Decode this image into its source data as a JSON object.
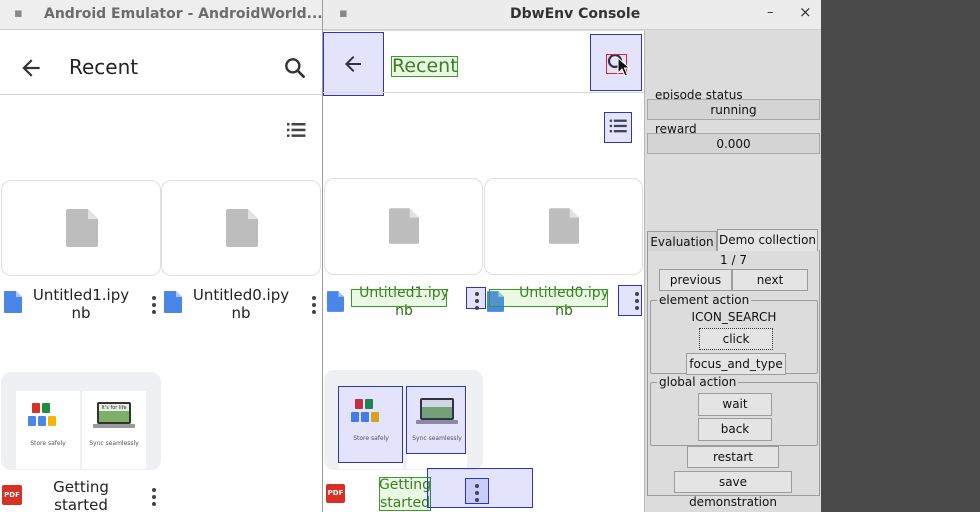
{
  "emulator": {
    "title": "Android Emulator - AndroidWorld...",
    "dots": "▪",
    "appbar": {
      "title": "Recent"
    },
    "files": [
      {
        "name": "Untitled1.ipy nb"
      },
      {
        "name": "Untitled0.ipy nb"
      },
      {
        "name": "Getting started"
      }
    ],
    "thumb": {
      "left_caption": "Store safely",
      "right_caption": "Sync seamlessly",
      "screen_text": "It's for life"
    },
    "pdf_label": "PDF"
  },
  "console": {
    "title": "DbwEnv Console",
    "dots": "▪",
    "minimize": "–",
    "close": "×",
    "mirror": {
      "title": "Recent",
      "files": [
        {
          "name": "Untitled1.ipy nb"
        },
        {
          "name": "Untitled0.ipy nb"
        },
        {
          "name": "Getting started"
        }
      ]
    },
    "episode_status": {
      "label": "episode status",
      "value": "running"
    },
    "reward": {
      "label": "reward",
      "value": "0.000"
    },
    "tabs": {
      "evaluation": "Evaluation",
      "demo": "Demo collection"
    },
    "pager": {
      "text": "1 / 7",
      "previous": "previous",
      "next": "next"
    },
    "element_action": {
      "label": "element action",
      "target": "ICON_SEARCH",
      "click": "click",
      "focus_and_type": "focus_and_type"
    },
    "global_action": {
      "label": "global action",
      "wait": "wait",
      "back": "back"
    },
    "restart": "restart episode",
    "save": "save demonstration"
  },
  "colors": {
    "doc_icon": "#bdbdbd",
    "file_icon": "#4a86e8",
    "pdf": "#d93025",
    "overlay_blue": "#2a36c8",
    "overlay_green": "#3a9a2a"
  }
}
